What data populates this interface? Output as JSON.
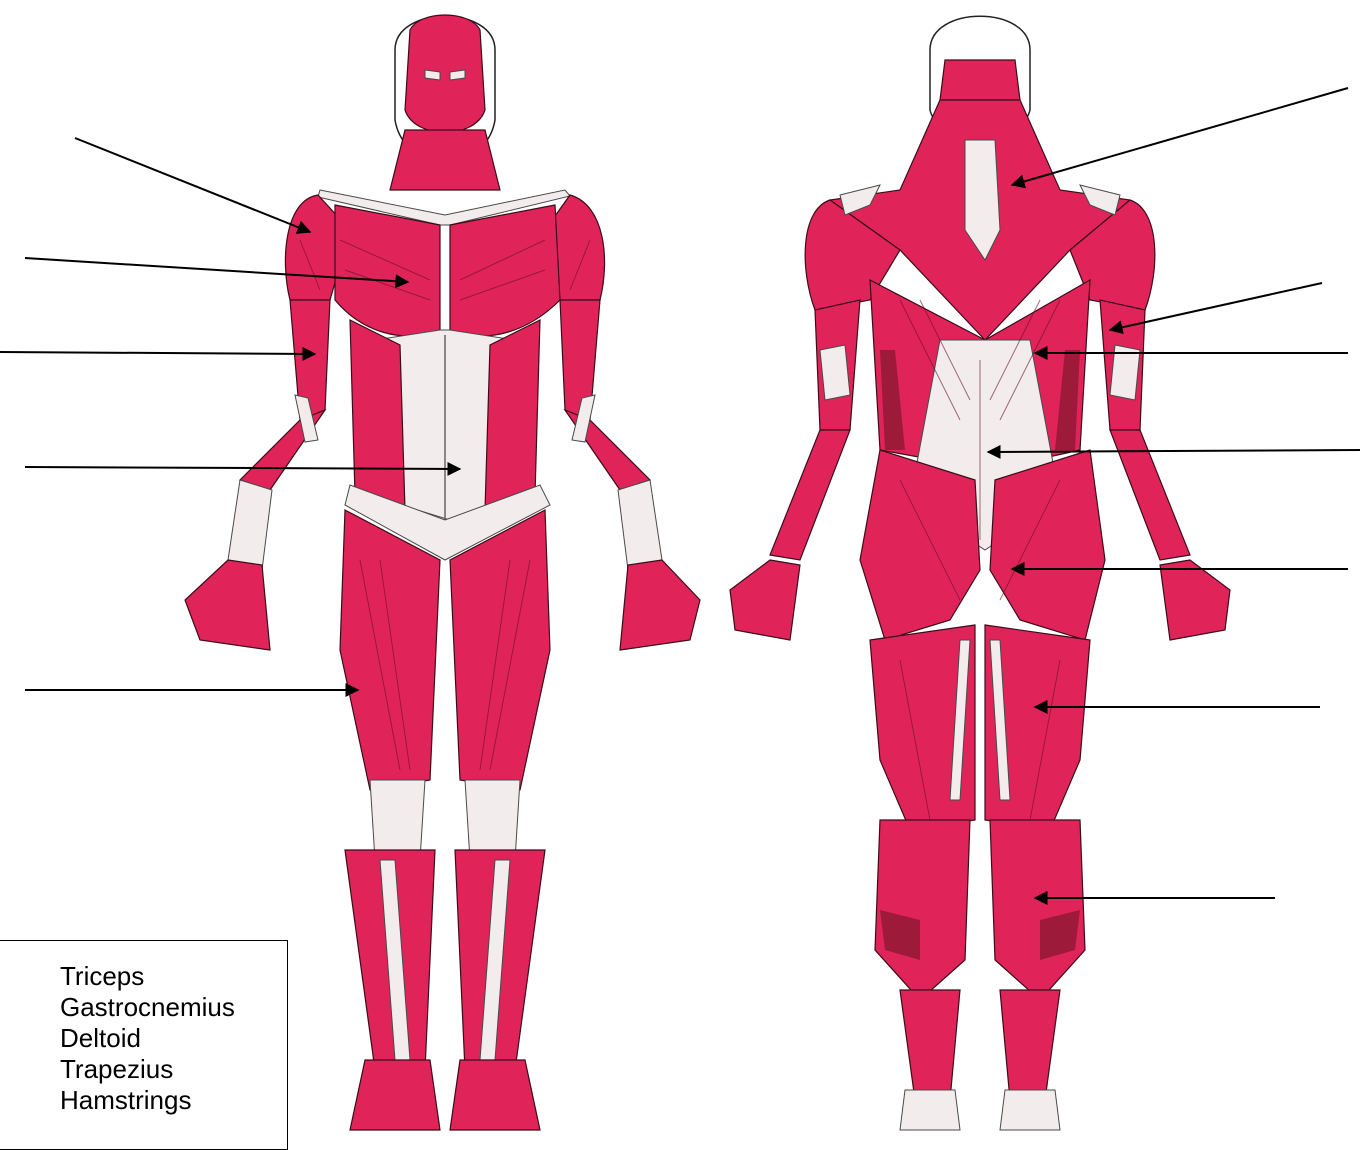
{
  "word_bank": {
    "words": [
      "Triceps",
      "Gastrocnemius",
      "Deltoid",
      "Trapezius",
      "Hamstrings"
    ]
  },
  "figures": [
    {
      "view": "front",
      "icon": "front-muscle-figure-icon"
    },
    {
      "view": "back",
      "icon": "back-muscle-figure-icon"
    }
  ],
  "colors": {
    "muscle": "#e0245a",
    "muscle_dark": "#9e1a3a",
    "tendon": "#f3ecec",
    "arrow": "#000000"
  }
}
